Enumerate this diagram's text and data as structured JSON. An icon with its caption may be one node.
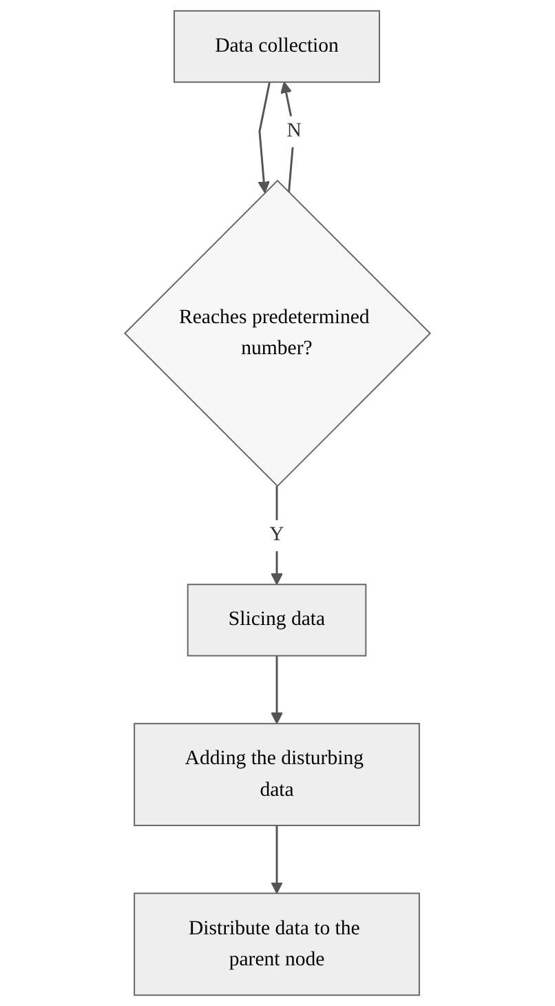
{
  "diagram": {
    "nodes": [
      {
        "text": [
          "Data collection"
        ]
      },
      {
        "text": [
          "Reaches predetermined number?"
        ]
      },
      {
        "text": [
          "Slicing data"
        ]
      },
      {
        "text": [
          "Adding the disturbing data"
        ]
      },
      {
        "text": [
          "Distribute data to the parent node"
        ]
      }
    ],
    "edges": [
      {
        "from": 0,
        "to": 1,
        "arrow": "to"
      },
      {
        "from": 1,
        "to": 0,
        "arrow": "to",
        "label": "N"
      },
      {
        "from": 1,
        "to": 2,
        "arrow": "to",
        "label": "Y"
      },
      {
        "from": 2,
        "to": 3,
        "arrow": "to"
      },
      {
        "from": 3,
        "to": 4,
        "arrow": "to"
      }
    ]
  }
}
